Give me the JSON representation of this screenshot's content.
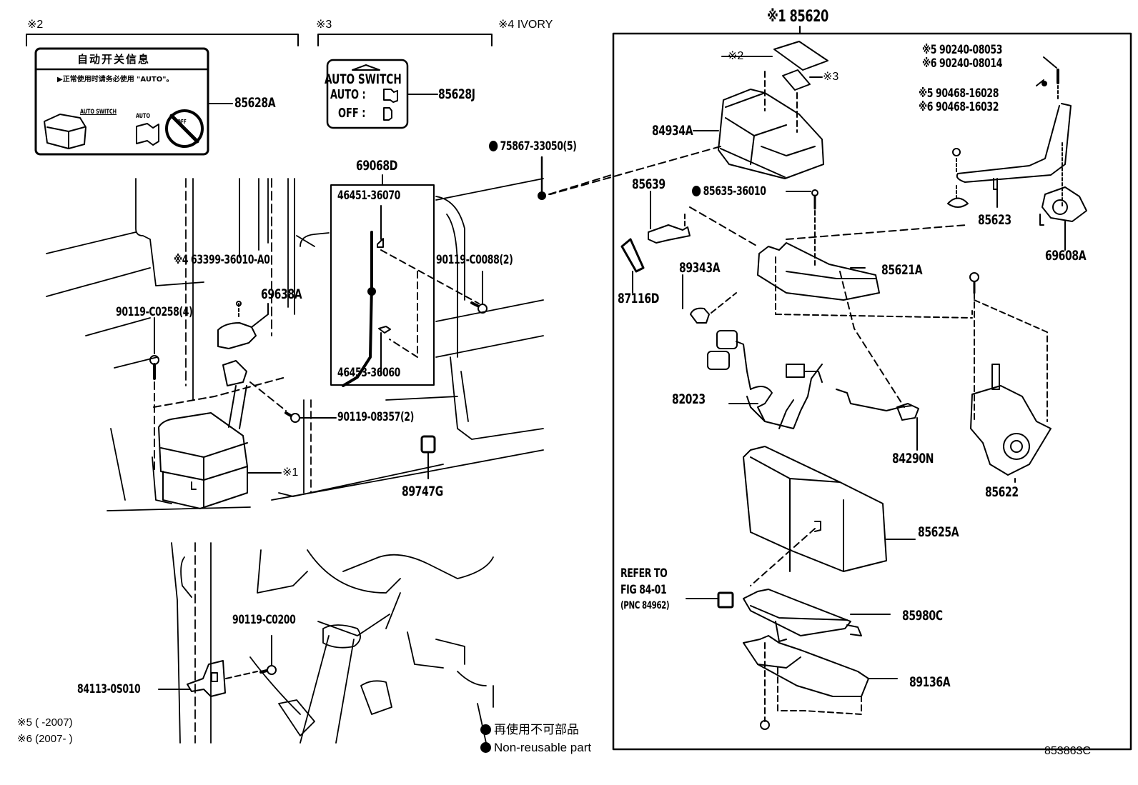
{
  "diagram": {
    "figure_id": "853863C",
    "notes": {
      "note5": "※5 (       -2007)",
      "note6": "※6 (2007-       )"
    },
    "legend": {
      "non_reusable_zh": "再使用不可部品",
      "non_reusable_en": "Non-reusable part"
    },
    "groups": {
      "g2": "※2",
      "g3": "※3",
      "g4": "※4 IVORY",
      "g1_assembly": "※1 85620"
    },
    "sticker_zh": {
      "title": "自动开关信息",
      "line1": "▶正常使用时请务必使用 \"AUTO\"。",
      "switch_label": "AUTO SWITCH",
      "auto_label": "AUTO",
      "off_label": "OFF"
    },
    "sticker_en": {
      "title": "AUTO SWITCH",
      "auto_row": "AUTO :",
      "off_row": "OFF :"
    },
    "parts": {
      "p85628A": "85628A",
      "p85628J": "85628J",
      "p75867": "75867-33050(5)",
      "p69068D": "69068D",
      "p46451": "46451-36070",
      "p46453": "46453-36060",
      "p90119_C0088": "90119-C0088(2)",
      "p63399": "※4 63399-36010-A0",
      "p69638A": "69638A",
      "p90119_C0258": "90119-C0258(4)",
      "p90119_08357": "90119-08357(2)",
      "p_x1": "※1",
      "p89747G": "89747G",
      "p90119_C0200": "90119-C0200",
      "p84113": "84113-0S010",
      "p_x2": "※2",
      "p_x3": "※3",
      "p84934A": "84934A",
      "p90240_08053": "※5 90240-08053",
      "p90240_08014": "※6 90240-08014",
      "p90468_16028": "※5 90468-16028",
      "p90468_16032": "※6 90468-16032",
      "p85639": "85639",
      "p85635": "85635-36010",
      "p85623": "85623",
      "p69608A": "69608A",
      "p85621A": "85621A",
      "p89343A": "89343A",
      "p87116D": "87116D",
      "p82023": "82023",
      "p84290N": "84290N",
      "p85622": "85622",
      "p85625A": "85625A",
      "refer1": "REFER TO",
      "refer2": "FIG 84-01",
      "refer3": "(PNC 84962)",
      "p85980C": "85980C",
      "p89136A": "89136A"
    }
  }
}
